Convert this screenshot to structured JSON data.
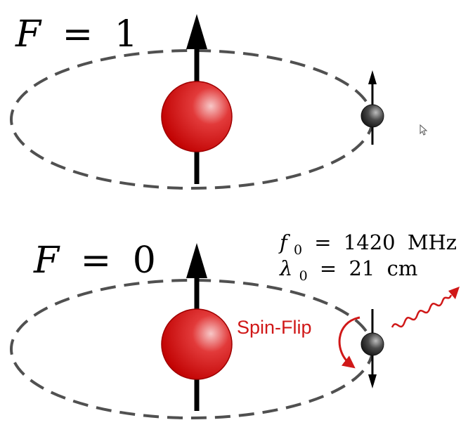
{
  "colors": {
    "orbit": "#505050",
    "proton": "#d40f0f",
    "electron": "#3a3a3a",
    "spin_flip": "#d01818",
    "arrow": "#000000"
  },
  "top_state": {
    "var": "F",
    "eq": "=",
    "value": "1"
  },
  "bottom_state": {
    "var": "F",
    "eq": "=",
    "value": "0",
    "spin_flip_label": "Spin-Flip",
    "frequency": {
      "sym": "f",
      "sub": "0",
      "eq": "=",
      "value": "1420",
      "unit": "MHz"
    },
    "wavelength": {
      "sym": "λ",
      "sub": "0",
      "eq": "=",
      "value": "21",
      "unit": "cm"
    }
  },
  "icons": {
    "cursor": "mouse-pointer-icon",
    "photon": "photon-wave-icon"
  }
}
